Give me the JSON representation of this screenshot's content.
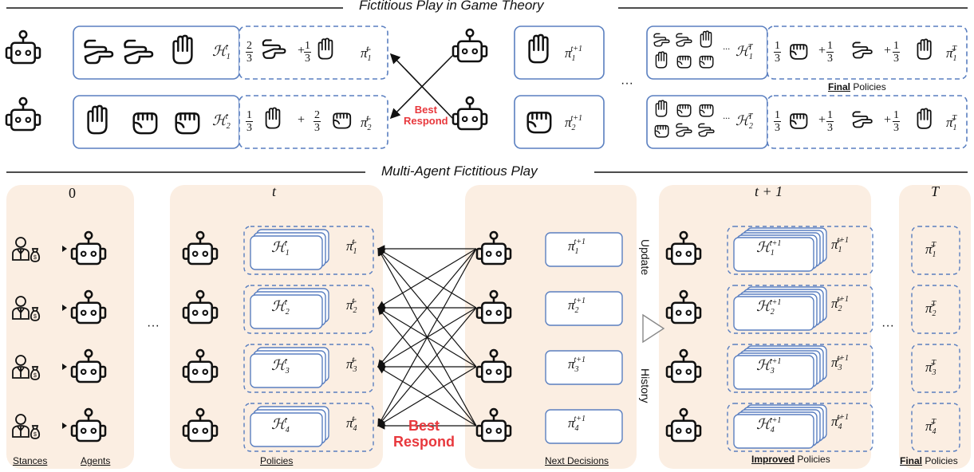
{
  "top_section_title": "Fictitious Play in Game Theory",
  "bottom_section_title": "Multi-Agent Fictitious Play",
  "best_respond_top": [
    "Best",
    "Respond"
  ],
  "best_respond_bottom": [
    "Best",
    "Respond"
  ],
  "final_policies_top": {
    "bold": "Final",
    "rest": " Policies"
  },
  "stage_labels": {
    "zero": "0",
    "t": "t",
    "t1": "t + 1",
    "T": "T"
  },
  "bottom_labels": {
    "stances": "Stances",
    "agents": "Agents",
    "policies": "Policies",
    "next_decisions": "Next Decisions",
    "improved_bold": "Improved",
    "improved_rest": " Policies",
    "final_bold": "Final",
    "final_rest": " Policies"
  },
  "update_label": "Update",
  "history_label": "History",
  "ellipsis": "···",
  "top_rows": [
    {
      "H": "H",
      "Hsub": "1",
      "Hsup": "t",
      "pi_sub": "1",
      "pi_sup": "t",
      "coef": [
        "2",
        "3",
        "1",
        "3"
      ],
      "next_sub": "1",
      "next_sup": "t+1",
      "final_sub": "1",
      "final_sup": "T",
      "final_pi_sub": "1"
    },
    {
      "H": "H",
      "Hsub": "2",
      "Hsup": "t",
      "pi_sub": "2",
      "pi_sup": "t",
      "coef": [
        "1",
        "3",
        "2",
        "3"
      ],
      "next_sub": "2",
      "next_sup": "t+1",
      "final_sub": "2",
      "final_sup": "T",
      "final_pi_sub": "1"
    }
  ],
  "agents_rows": [
    "1",
    "2",
    "3",
    "4"
  ],
  "icons": [
    "robot-icon",
    "person-icon",
    "money-bag-icon",
    "hand-paper-icon",
    "hand-rock-icon",
    "hand-scissors-icon",
    "arrow-right-icon"
  ]
}
